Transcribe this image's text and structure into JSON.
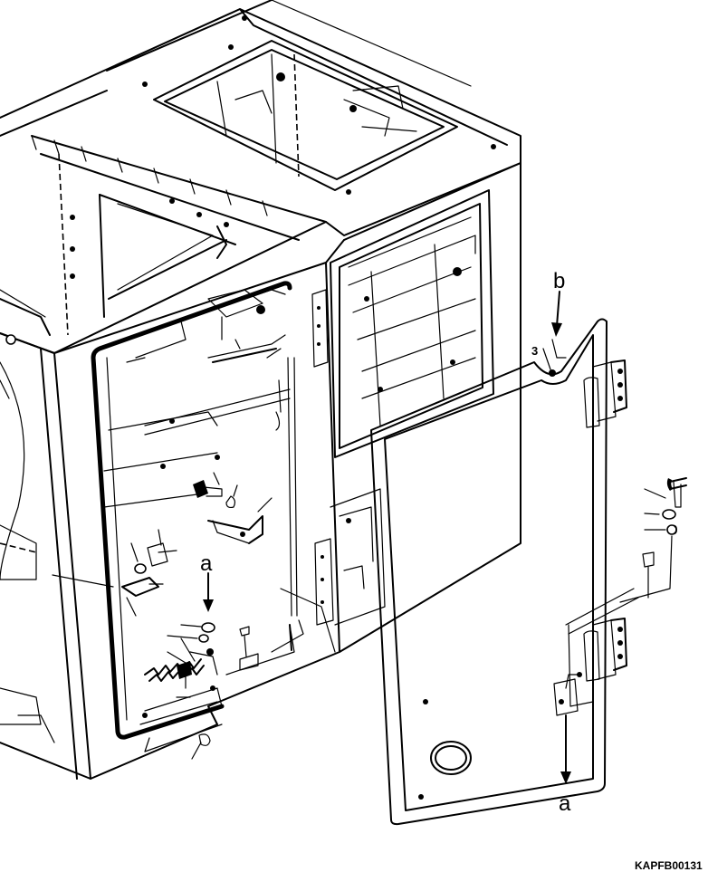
{
  "labels": {
    "a_top": "a",
    "a_bottom": "a",
    "b": "b",
    "part_3": "3"
  },
  "figure_code": "KAPFB00131"
}
